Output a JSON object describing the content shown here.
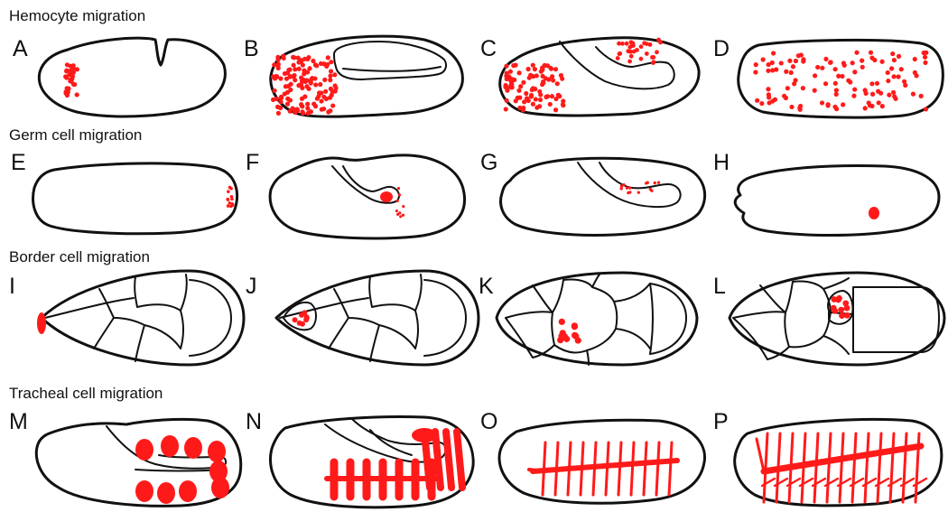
{
  "rows": [
    {
      "title": "Hemocyte migration"
    },
    {
      "title": "Germ cell migration"
    },
    {
      "title": "Border cell migration"
    },
    {
      "title": "Tracheal cell migration"
    }
  ],
  "panels": [
    "A",
    "B",
    "C",
    "D",
    "E",
    "F",
    "G",
    "H",
    "I",
    "J",
    "K",
    "L",
    "M",
    "N",
    "O",
    "P"
  ],
  "colors": {
    "outline": "#111111",
    "cells": "#ff1a1a"
  }
}
